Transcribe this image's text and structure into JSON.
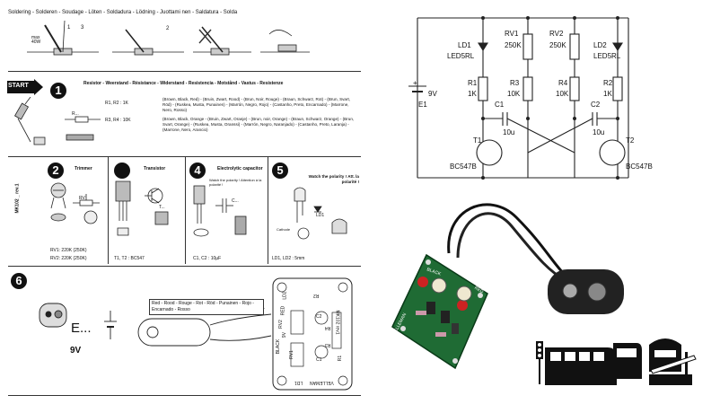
{
  "soldering": {
    "title": "Soldering - Solderen - Soudage - Löten - Soldadura - Lödning - Juottami nen - Saldatura - Solda",
    "watts": "max 40W",
    "step1": "1",
    "step3": "3",
    "step2": "2"
  },
  "start_label": "START",
  "doc_id": "MK102 _ rev.1",
  "step1": {
    "number": "1",
    "title": "Resistor - Weerstand - Résistance - Widerstand - Resistencia - Motstånd - Vastus - Resistenze",
    "r_label": "R...",
    "line1_ref": "R1, R2 : 1K",
    "line1_colors": "(Brown, Black, Red) - (Bruin, Zwart, Rood) - (Brun, Noir, Rouge) - (Braun, Schwarz, Rot) - (Brun, Svart, Röd) - (Ruskea, Musta, Punainen) - (Marrón, Negro, Rojo) - (Castanho, Preto, Encarnado) - (Marrone, Nero, Rosso)",
    "line2_ref": "R3, R4 : 10K",
    "line2_colors": "(Brown, Black, Orange - (Bruin, Zwart, Oranje) - (Brun, noir, Orange) - (Braun, Schwarz, Orange) - (Brun, Svart, Orange) - (Ruskea, Musta, Oranssi) - (Marrón, Negro, Naranjado) - (Castanho, Preto, Laranja) - (Marrone, Nero, Arancio)"
  },
  "step2": {
    "number": "2",
    "title": "Trimmer",
    "rv": "RV",
    "parts1": "RV1: 220K (250K)",
    "parts2": "RV2: 220K (250K)"
  },
  "step3": {
    "title": "Transistor",
    "t": "T...",
    "parts": "T1, T2 : BC547"
  },
  "step4": {
    "number": "4",
    "title": "Electrolytic capacitor",
    "watch": "Watch the polarity ! Attention à la polarité !",
    "c": "C...",
    "parts": "C1, C2 : 10µF"
  },
  "step5": {
    "number": "5",
    "title": "Watch the polarity ! Att. la polarité !",
    "ld": "LD1",
    "cathode": "Cathode",
    "parts": "LD1, LD2 : 5mm"
  },
  "step6": {
    "number": "6",
    "e_label": "E...",
    "volt": "9V",
    "colors": "Red - Rood - Rouge - Rot - Röd - Punainen - Rojo - Encarnado - Rosso",
    "pcb": {
      "ld2": "LD2",
      "r2": "R2",
      "rv2": "RV2",
      "red": "RED",
      "black": "BLACK",
      "c2": "C2",
      "r4": "R4",
      "r3": "R3",
      "rv1": "RV1",
      "c1": "C1",
      "r1": "R1",
      "brand": "VELLEMAN",
      "ld1": "LD1",
      "mk": "MK102 rev1",
      "v9": "9V"
    }
  },
  "schematic": {
    "rv1": "RV1",
    "rv1v": "250K",
    "rv2": "RV2",
    "rv2v": "250K",
    "ld1": "LD1",
    "ld1t": "LED5RL",
    "ld2": "LD2",
    "ld2t": "LED5RL",
    "r1": "R1",
    "r1v": "1K",
    "r3": "R3",
    "r3v": "10K",
    "r4": "R4",
    "r4v": "10K",
    "r2": "R2",
    "r2v": "1K",
    "c1": "C1",
    "c1v": "10u",
    "c2": "C2",
    "c2v": "10u",
    "t1": "T1",
    "t1v": "BC547B",
    "t2": "T2",
    "t2v": "BC547B",
    "batt": "9V",
    "e1": "E1",
    "plus": "+"
  },
  "photo_pcb": {
    "black": "BLACK",
    "red": "RED",
    "velleman": "VELLEMAN"
  }
}
